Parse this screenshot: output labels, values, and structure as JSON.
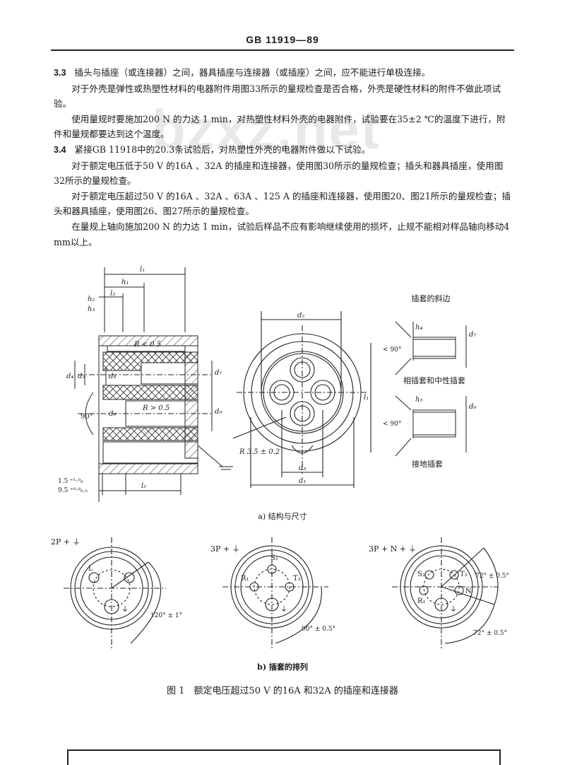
{
  "header": {
    "title": "GB 11919—89"
  },
  "watermark": "bzxz.net",
  "sections": [
    {
      "num": "3.3",
      "text": "插头与插座（或连接器）之间，器具插座与连接器（或插座）之间，应不能进行单极连接。"
    },
    {
      "text": "对于外壳是弹性或热塑性材料的电器附件用图33所示的量规检查是否合格，外壳是硬性材料的附件不做此项试验。"
    },
    {
      "text": "使用量规时要施加200 N 的力达 1 min，对热塑性材料外壳的电器附件，试验要在35±2 ℃的温度下进行，附件和量规都要达到这个温度。"
    },
    {
      "num": "3.4",
      "text": "紧接GB 11918中的20.3条试验后，对热塑性外壳的电器附件做以下试验。"
    },
    {
      "text": "对于额定电压低于50 V 的16A 、32A 的插座和连接器，使用图30所示的量规检查；插头和器具插座，使用图32所示的量规检查。"
    },
    {
      "text": "对于额定电压超过50 V 的16A 、32A 、63A 、125 A 的插座和连接器，使用图20、图21所示的量规检查；插头和器具插座，使用图26、图27所示的量规检查。"
    },
    {
      "text": "在量规上轴向施加200 N 的力达 1 min，试验后样品不应有影响继续使用的损坏，止规不能相对样品轴向移动4 mm以上。"
    }
  ],
  "figure": {
    "section_view": {
      "labels": {
        "l1": "l₁",
        "h1": "h₁",
        "l3": "l₃",
        "h2": "h₂",
        "h3": "h₃",
        "r_small": "R < 0.5",
        "r_large": "R > 0.5",
        "d4": "d₄",
        "d5": "d₅",
        "d8": "d₈",
        "d6": "d₆",
        "d7": "d₇",
        "d9": "d₉",
        "angle": "90°",
        "tol1": "1.5 ⁺¹·⁰₀",
        "tol2": "9.5 ⁺⁰·⁸₀.₅",
        "l2": "l₂"
      }
    },
    "front_view": {
      "labels": {
        "d2": "d₂",
        "d3": "d₃",
        "d1": "d₁",
        "l1": "l₁",
        "radius": "R 3.5 ± 0.2"
      }
    },
    "sleeve_details": {
      "title": "插套的斜边",
      "phase": {
        "label": "相插套和中性插套",
        "h": "h₄",
        "d": "d₇",
        "angle": "< 90°"
      },
      "earth": {
        "label": "接地插套",
        "h": "h₅",
        "d": "d₆",
        "angle": "< 90°"
      }
    },
    "caption_a": "a) 结构与尺寸",
    "arrangements": [
      {
        "title": "2P + ⏚",
        "pins": [
          "L",
          "⏚"
        ],
        "angle": "120° ± 1°"
      },
      {
        "title": "3P + ⏚",
        "pins": [
          "R₁",
          "S₂",
          "T₃",
          "⏚"
        ],
        "angle": "90° ± 0.5°"
      },
      {
        "title": "3P + N + ⏚",
        "pins": [
          "R₁",
          "S₂",
          "T₃",
          "N",
          "⏚"
        ],
        "angle1": "72° ± 0.5°",
        "angle2": "72° ± 0.5°"
      }
    ],
    "caption_b": "b) 插套的排列",
    "caption": "图 1　额定电压超过50 V 的16A 和32A 的插座和连接器"
  }
}
